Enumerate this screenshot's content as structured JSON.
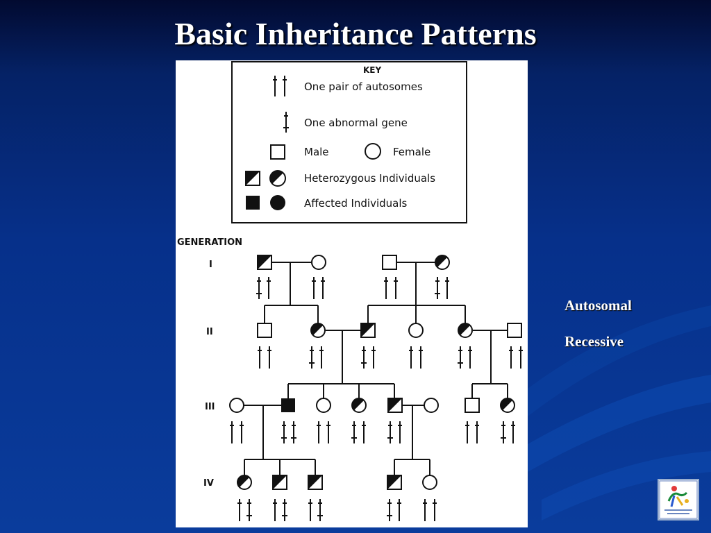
{
  "slide": {
    "title": "Basic Inheritance Patterns",
    "side_labels": [
      "Autosomal",
      "Recessive"
    ]
  },
  "key": {
    "heading": "KEY",
    "items": [
      {
        "symbol": "chromosome-pair",
        "label": "One pair of autosomes"
      },
      {
        "symbol": "abnormal-gene",
        "label": "One abnormal gene"
      },
      {
        "symbol": "male-female",
        "label": "Male",
        "label2": "Female"
      },
      {
        "symbol": "heterozygous",
        "label": "Heterozygous Individuals"
      },
      {
        "symbol": "affected",
        "label": "Affected Individuals"
      }
    ]
  },
  "pedigree": {
    "generation_heading": "GENERATION",
    "generations": [
      "I",
      "II",
      "III",
      "IV"
    ]
  },
  "colors": {
    "background": "#06308a",
    "text": "#ffffff",
    "ink": "#111111"
  },
  "logo": {
    "name": "university-hospital-logo"
  }
}
